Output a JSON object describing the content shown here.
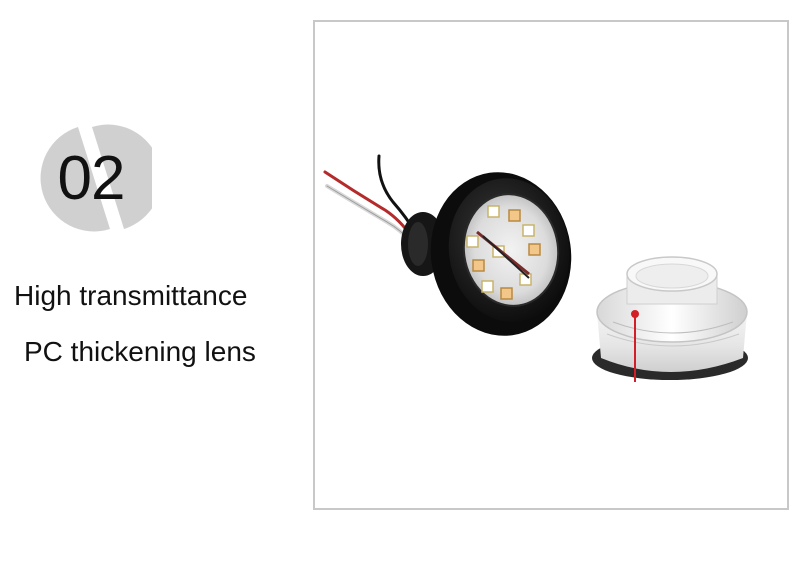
{
  "badge": {
    "number": "02",
    "color": "#d0d0d0"
  },
  "feature": {
    "line1": "High transmittance",
    "line2": "PC thickening lens"
  },
  "product_photo": {
    "subject": "LED lamp module with PC lens",
    "marker_color": "#d21f26"
  }
}
